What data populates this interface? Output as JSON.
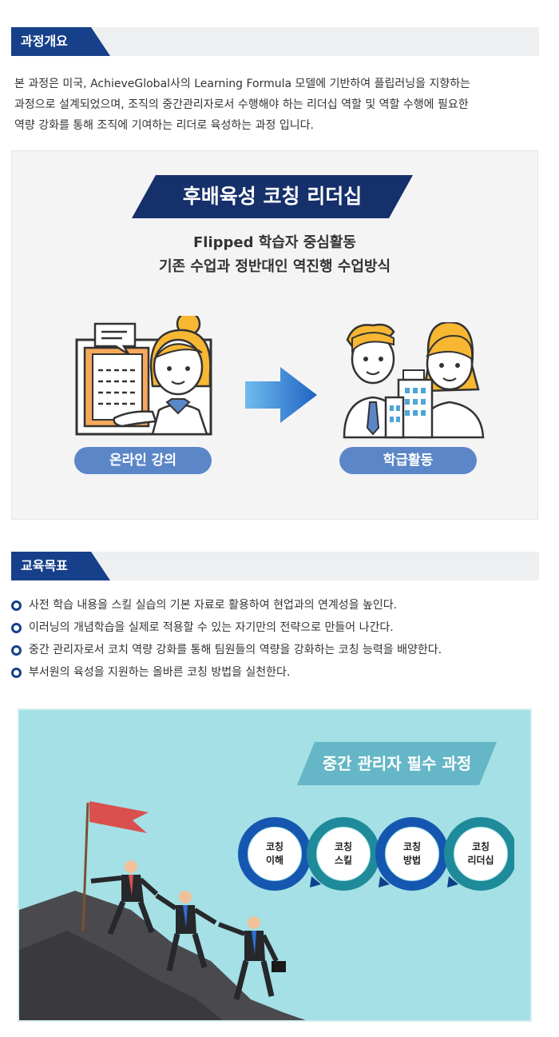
{
  "overview": {
    "title": "과정개요",
    "lines": [
      "본 과정은 미국, AchieveGlobal사의 Learning Formula 모델에 기반하여 플립러닝을 지향하는",
      "과정으로 설계되었으며, 조직의 중간관리자로서 수행해야 하는 리더십 역할 및 역할 수행에 필요한",
      "역량 강화를 통해 조직에 기여하는 리더로 육성하는 과정 입니다."
    ]
  },
  "program": {
    "banner": "후배육성 코칭 리더십",
    "sub1": "Flipped 학습자 중심활동",
    "sub2": "기존 수업과 정반대인 역진행 수업방식",
    "online_label": "온라인 강의",
    "class_label": "학급활동"
  },
  "goals": {
    "title": "교육목표",
    "items": [
      "사전 학습 내용을 스킬 실습의 기본 자료로 활용하여 현업과의 연계성을 높인다.",
      "이러닝의 개념학습을 실제로 적용할 수 있는 자기만의 전략으로 만들어 나간다.",
      "중간 관리자로서 코치 역량 강화를 통해 팀원들의 역량을 강화하는 코칭 능력을 배양한다.",
      "부서원의 육성을 지원하는 올바른 코칭 방법을 실천한다."
    ]
  },
  "course": {
    "banner": "중간 관리자 필수 과정",
    "steps": [
      {
        "l1": "코칭",
        "l2": "이해"
      },
      {
        "l1": "코칭",
        "l2": "스킬"
      },
      {
        "l1": "코칭",
        "l2": "방법"
      },
      {
        "l1": "코칭",
        "l2": "리더십"
      }
    ]
  },
  "colors": {
    "navy": "#17408b",
    "banner_navy": "#15306a",
    "pill_blue": "#5b87c9",
    "teal_bg": "#a4e0e5",
    "teal_banner": "#65b6c7",
    "flag_red": "#d9504f"
  }
}
